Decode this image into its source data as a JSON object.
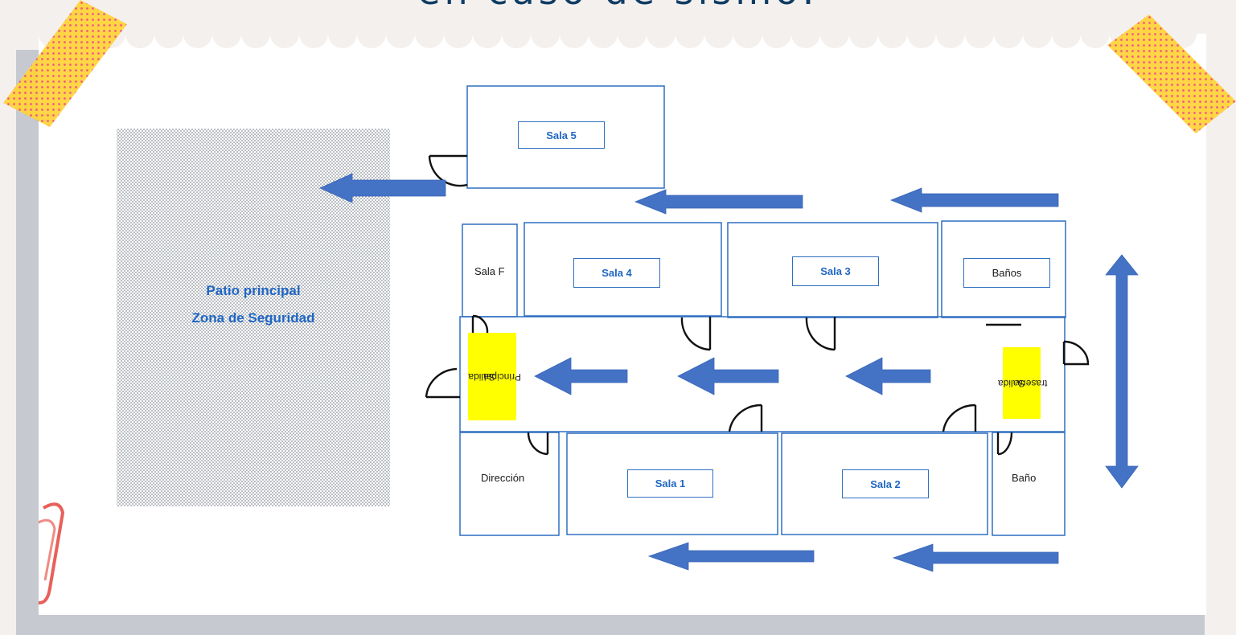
{
  "slide": {
    "title": "en caso de sismo:"
  },
  "plan": {
    "patio": {
      "line1": "Patio principal",
      "line2": "Zona de Seguridad"
    },
    "rooms": {
      "sala5": "Sala 5",
      "sala4": "Sala 4",
      "sala3": "Sala 3",
      "sala_f": "Sala F",
      "banos": "Baños",
      "sala1": "Sala 1",
      "sala2": "Sala 2",
      "direccion": "Dirección",
      "bano": "Baño"
    },
    "exits": {
      "principal_l1": "Salida",
      "principal_l2": "Principal",
      "trasera_l1": "Salida",
      "trasera_l2": "trasera"
    }
  },
  "colors": {
    "background": "#f3f0ee",
    "card": "#ffffff",
    "card_shadow": "#c6c9d0",
    "title": "#0f3c64",
    "room_border": "#2f6fc0",
    "room_label": "#1f66c4",
    "arrow": "#4472c4",
    "exit_highlight": "#ffff00",
    "tape": "#ffd43b",
    "tape_dots": "#f0567a",
    "clip": "#e8605a"
  }
}
